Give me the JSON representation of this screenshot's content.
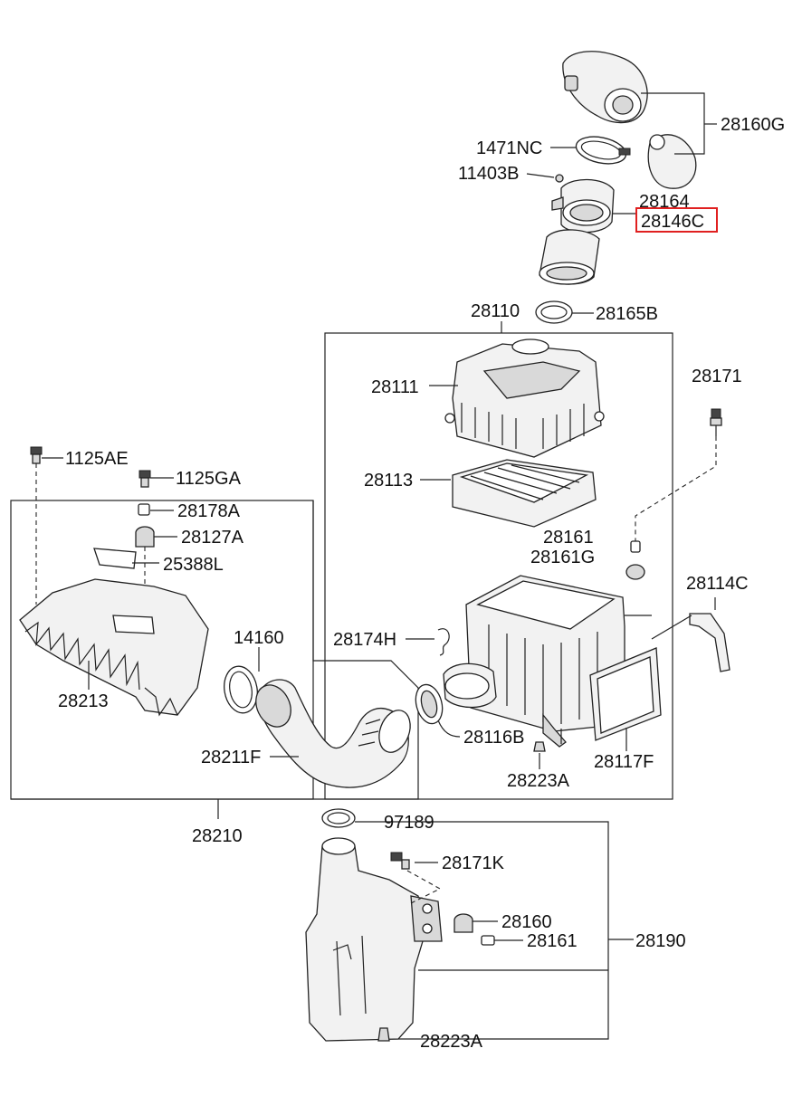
{
  "diagram": {
    "labels": {
      "l28160G": "28160G",
      "l1471NC": "1471NC",
      "l11403B": "11403B",
      "l28164": "28164",
      "l28146C": "28146C",
      "l28110": "28110",
      "l28165B": "28165B",
      "l28111": "28111",
      "l28171": "28171",
      "l28113": "28113",
      "l28161": "28161",
      "l28161G": "28161G",
      "l28114C": "28114C",
      "l28174H": "28174H",
      "l28116B": "28116B",
      "l28117F": "28117F",
      "l28223A_top": "28223A",
      "l1125AE": "1125AE",
      "l1125GA": "1125GA",
      "l28178A": "28178A",
      "l28127A": "28127A",
      "l25388L": "25388L",
      "l14160": "14160",
      "l28213": "28213",
      "l28211F": "28211F",
      "l28210": "28210",
      "l97189": "97189",
      "l28171K": "28171K",
      "l28160": "28160",
      "l28161_bottom": "28161",
      "l28190": "28190",
      "l28223A_bottom": "28223A"
    },
    "highlighted_label": "28146C",
    "highlight_color": "#e02020"
  }
}
